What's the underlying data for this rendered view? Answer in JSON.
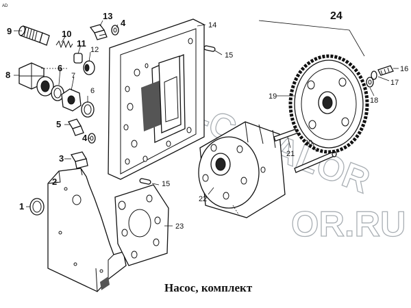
{
  "corner_mark": "AD",
  "caption": "Насос, комплект",
  "watermark": {
    "top": "MTZ-CATALOR",
    "bottom": "OR.RU"
  },
  "callouts": {
    "c1": "1",
    "c2": "2",
    "c3": "3",
    "c4a": "4",
    "c4b": "4",
    "c5": "5",
    "c6a": "6",
    "c6b": "6",
    "c7": "7",
    "c8": "8",
    "c9": "9",
    "c10": "10",
    "c11": "11",
    "c12": "12",
    "c13": "13",
    "c14": "14",
    "c15a": "15",
    "c15b": "15",
    "c16": "16",
    "c17": "17",
    "c18": "18",
    "c19": "19",
    "c20": "20",
    "c21": "21",
    "c22": "22",
    "c23": "23",
    "c24": "24"
  }
}
